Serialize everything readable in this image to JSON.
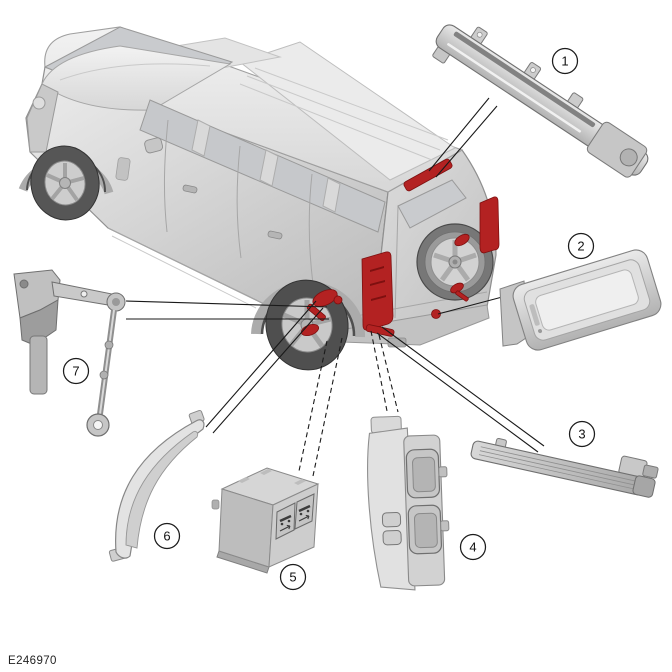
{
  "figure": {
    "code": "E246970"
  },
  "callouts": [
    {
      "id": 1,
      "label": "1"
    },
    {
      "id": 2,
      "label": "2"
    },
    {
      "id": 3,
      "label": "3"
    },
    {
      "id": 4,
      "label": "4"
    },
    {
      "id": 5,
      "label": "5"
    },
    {
      "id": 6,
      "label": "6"
    },
    {
      "id": 7,
      "label": "7"
    }
  ],
  "colors": {
    "highlight_red": "#b32222",
    "highlight_red_dark": "#7e1010",
    "line_black": "#1a1a1a",
    "background": "#ffffff"
  }
}
